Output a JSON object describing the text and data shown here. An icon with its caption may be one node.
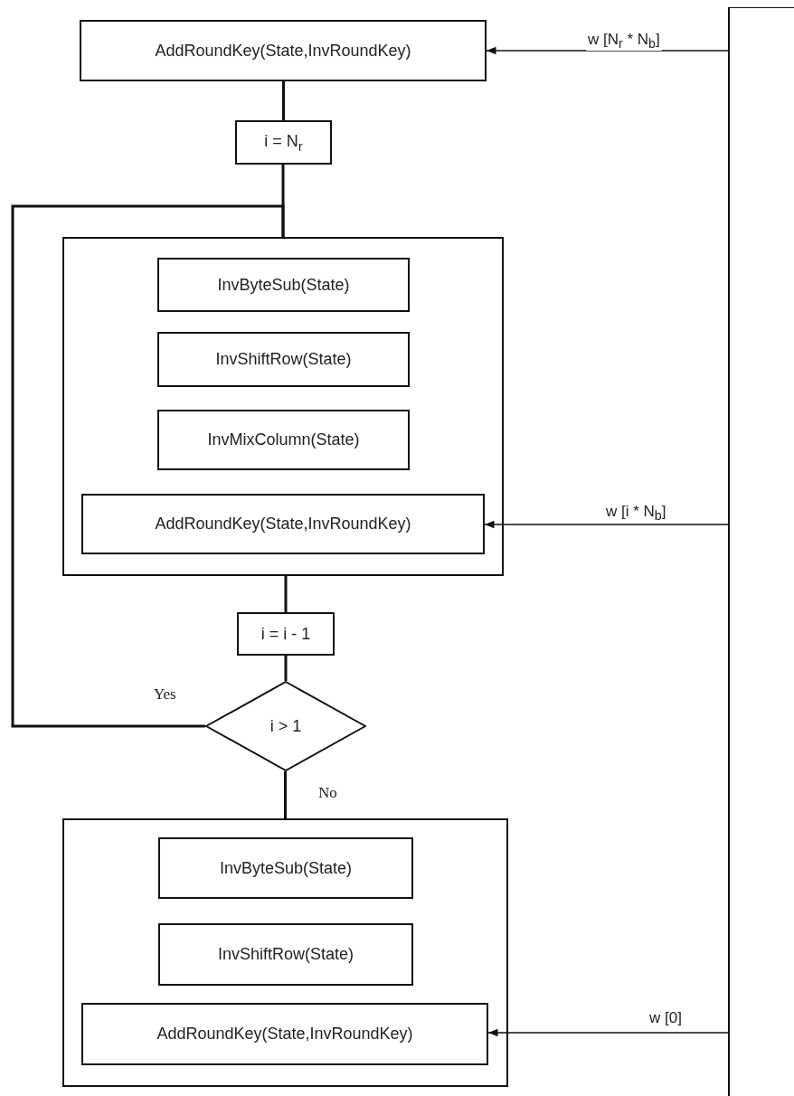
{
  "diagram": {
    "nodes": [
      {
        "text": [
          "AddRoundKey(State,InvRoundKey)"
        ]
      },
      {
        "text": [
          "i = N$_{r}$"
        ]
      },
      {
        "text": [],
        "shape": "box"
      },
      {
        "text": [
          "InvByteSub(State)"
        ],
        "in": 2
      },
      {
        "text": [
          "InvShiftRow(State)"
        ],
        "in": 2
      },
      {
        "text": [
          "InvMixColumn(State)"
        ],
        "in": 2
      },
      {
        "text": [
          "AddRoundKey(State,InvRoundKey)"
        ],
        "in": 2
      },
      {
        "text": [
          "i = i - 1"
        ]
      },
      {
        "text": [
          "i > 1"
        ]
      },
      {
        "text": [],
        "shape": "box"
      },
      {
        "text": [
          "InvByteSub(State)"
        ],
        "in": 9
      },
      {
        "text": [
          "InvShiftRow(State)"
        ],
        "in": 9
      },
      {
        "text": [
          "AddRoundKey(State,InvRoundKey)"
        ],
        "in": 9
      },
      {
        "text": [],
        "shape": "bar"
      }
    ],
    "edges": [
      {
        "from": 0,
        "to": 1,
        "arrow": "none"
      },
      {
        "from": 1,
        "to": 2,
        "arrow": "none"
      },
      {
        "from": 2,
        "to": 7,
        "arrow": "none"
      },
      {
        "from": 7,
        "to": 8,
        "arrow": "none"
      },
      {
        "from": 8,
        "to": 2,
        "arrow": "none",
        "label": "Yes"
      },
      {
        "from": 8,
        "to": 9,
        "arrow": "none",
        "label": "No"
      },
      {
        "from": 13,
        "to": 0,
        "arrow": "to",
        "label": "w [N$_{r}$ * N$_{b}$]"
      },
      {
        "from": 13,
        "to": 6,
        "arrow": "to",
        "label": "w [i * N$_{b}$]"
      },
      {
        "from": 13,
        "to": 12,
        "arrow": "to",
        "label": "w [0]"
      }
    ]
  }
}
